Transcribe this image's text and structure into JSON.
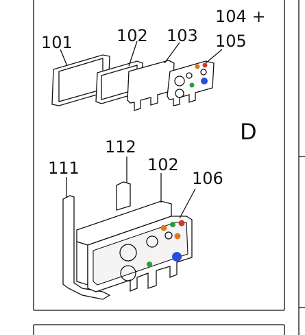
{
  "labels": {
    "p101": "101",
    "p102_top": "102",
    "p103": "103",
    "p104": "104 +",
    "p105": "105",
    "p111": "111",
    "p112": "112",
    "p102_bottom": "102",
    "p106": "106",
    "section": "D"
  },
  "colors": {
    "orange": "#e07820",
    "green": "#2a9a3a",
    "blue": "#2a4fd8",
    "red": "#d23a2a",
    "line": "#111111"
  }
}
